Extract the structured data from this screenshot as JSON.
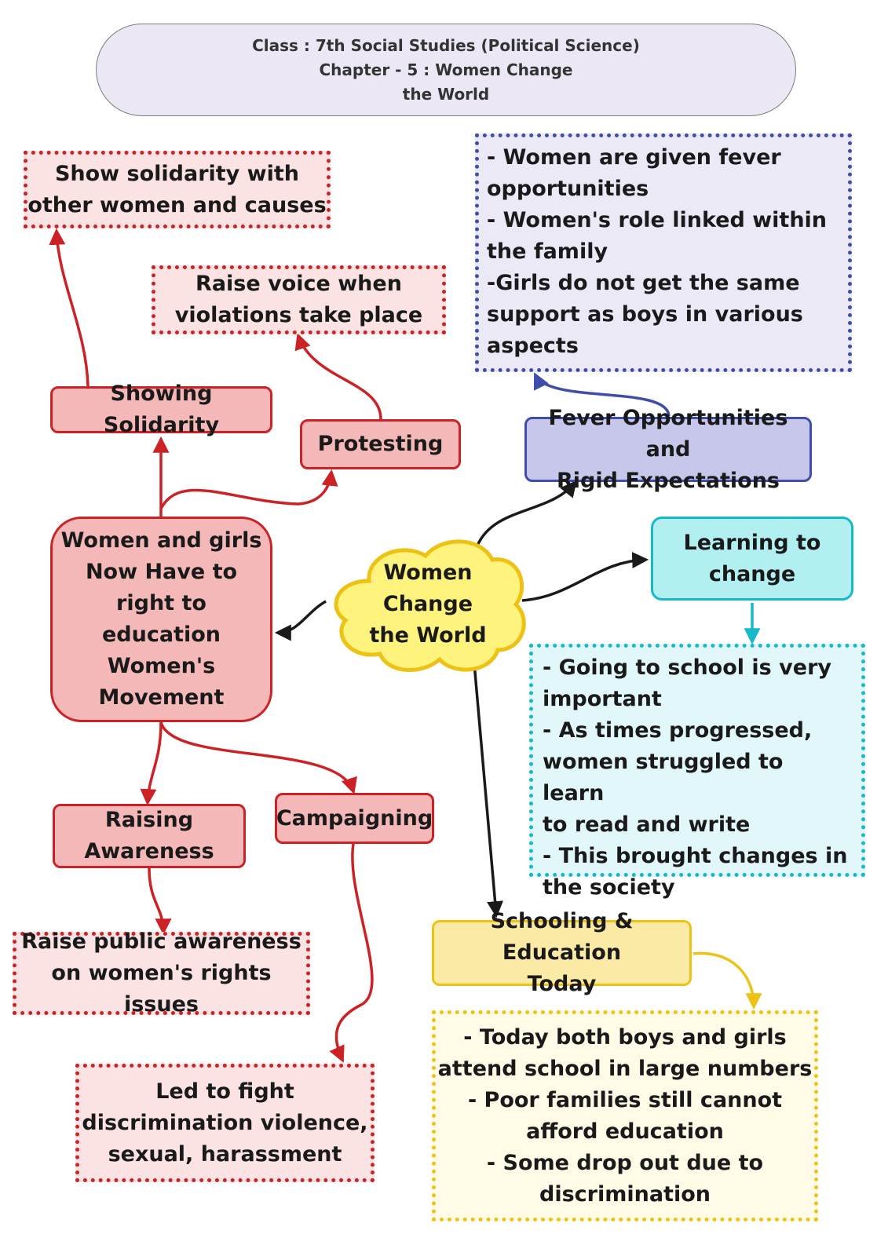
{
  "header": {
    "line1": "Class : 7th Social Studies (Political Science)",
    "line2": "Chapter - 5 : Women Change",
    "line3": "the World"
  },
  "center": {
    "text": "Women\nChange\nthe World"
  },
  "left": {
    "main": "Women and girls\nNow Have to\nright to\neducation\nWomen's\nMovement",
    "showing_solidarity": "Showing Solidarity",
    "show_solidarity_box": "Show solidarity with\nother women and causes",
    "protesting": "Protesting",
    "raise_voice_box": "Raise voice when\nviolations take place",
    "raising_awareness": "Raising\nAwareness",
    "raise_public_box": "Raise public awareness\non women's rights issues",
    "campaigning": "Campaigning",
    "led_to_fight_box": "Led to fight\ndiscrimination violence,\nsexual, harassment"
  },
  "fever": {
    "node": "Fever Opportunities and\nRigid Expectations",
    "box": "- Women are given fever\nopportunities\n- Women's role linked within\nthe family\n-Girls do not get the same\nsupport as boys in various\naspects"
  },
  "learning": {
    "node": "Learning to\nchange",
    "box": "- Going to school is very\nimportant\n- As times progressed,\nwomen struggled to learn\nto read and write\n- This brought changes in\nthe society"
  },
  "schooling": {
    "node": "Schooling & Education\nToday",
    "box": "- Today both boys and girls\nattend school in large numbers\n- Poor families still cannot\nafford education\n- Some drop out due to\ndiscrimination"
  },
  "colors": {
    "red": "#cc2226",
    "blue": "#3e4eaa",
    "cyan": "#17b9c9",
    "yellow": "#edc215",
    "black": "#1a1a1a"
  }
}
